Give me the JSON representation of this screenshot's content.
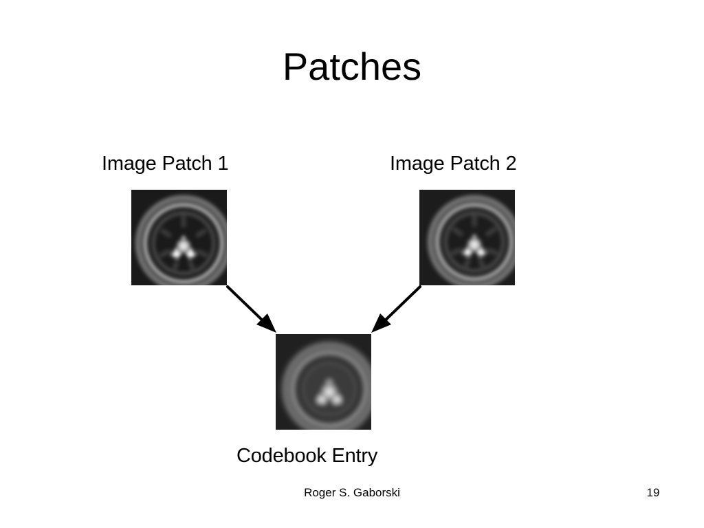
{
  "slide": {
    "title": "Patches",
    "footer_author": "Roger S. Gaborski",
    "page_number": "19"
  },
  "diagram": {
    "nodes": [
      {
        "id": "patch-1",
        "label": "Image Patch 1"
      },
      {
        "id": "patch-2",
        "label": "Image Patch 2"
      },
      {
        "id": "codebook-entry",
        "label": "Codebook Entry"
      }
    ],
    "edges": [
      {
        "from": "patch-1",
        "to": "codebook-entry"
      },
      {
        "from": "patch-2",
        "to": "codebook-entry"
      }
    ]
  },
  "colors": {
    "background": "#ffffff",
    "text": "#000000",
    "arrow": "#000000",
    "patch_dark": "#161616",
    "patch_ring": "#9a9a9a",
    "patch_highlight": "#f2f2f2"
  }
}
